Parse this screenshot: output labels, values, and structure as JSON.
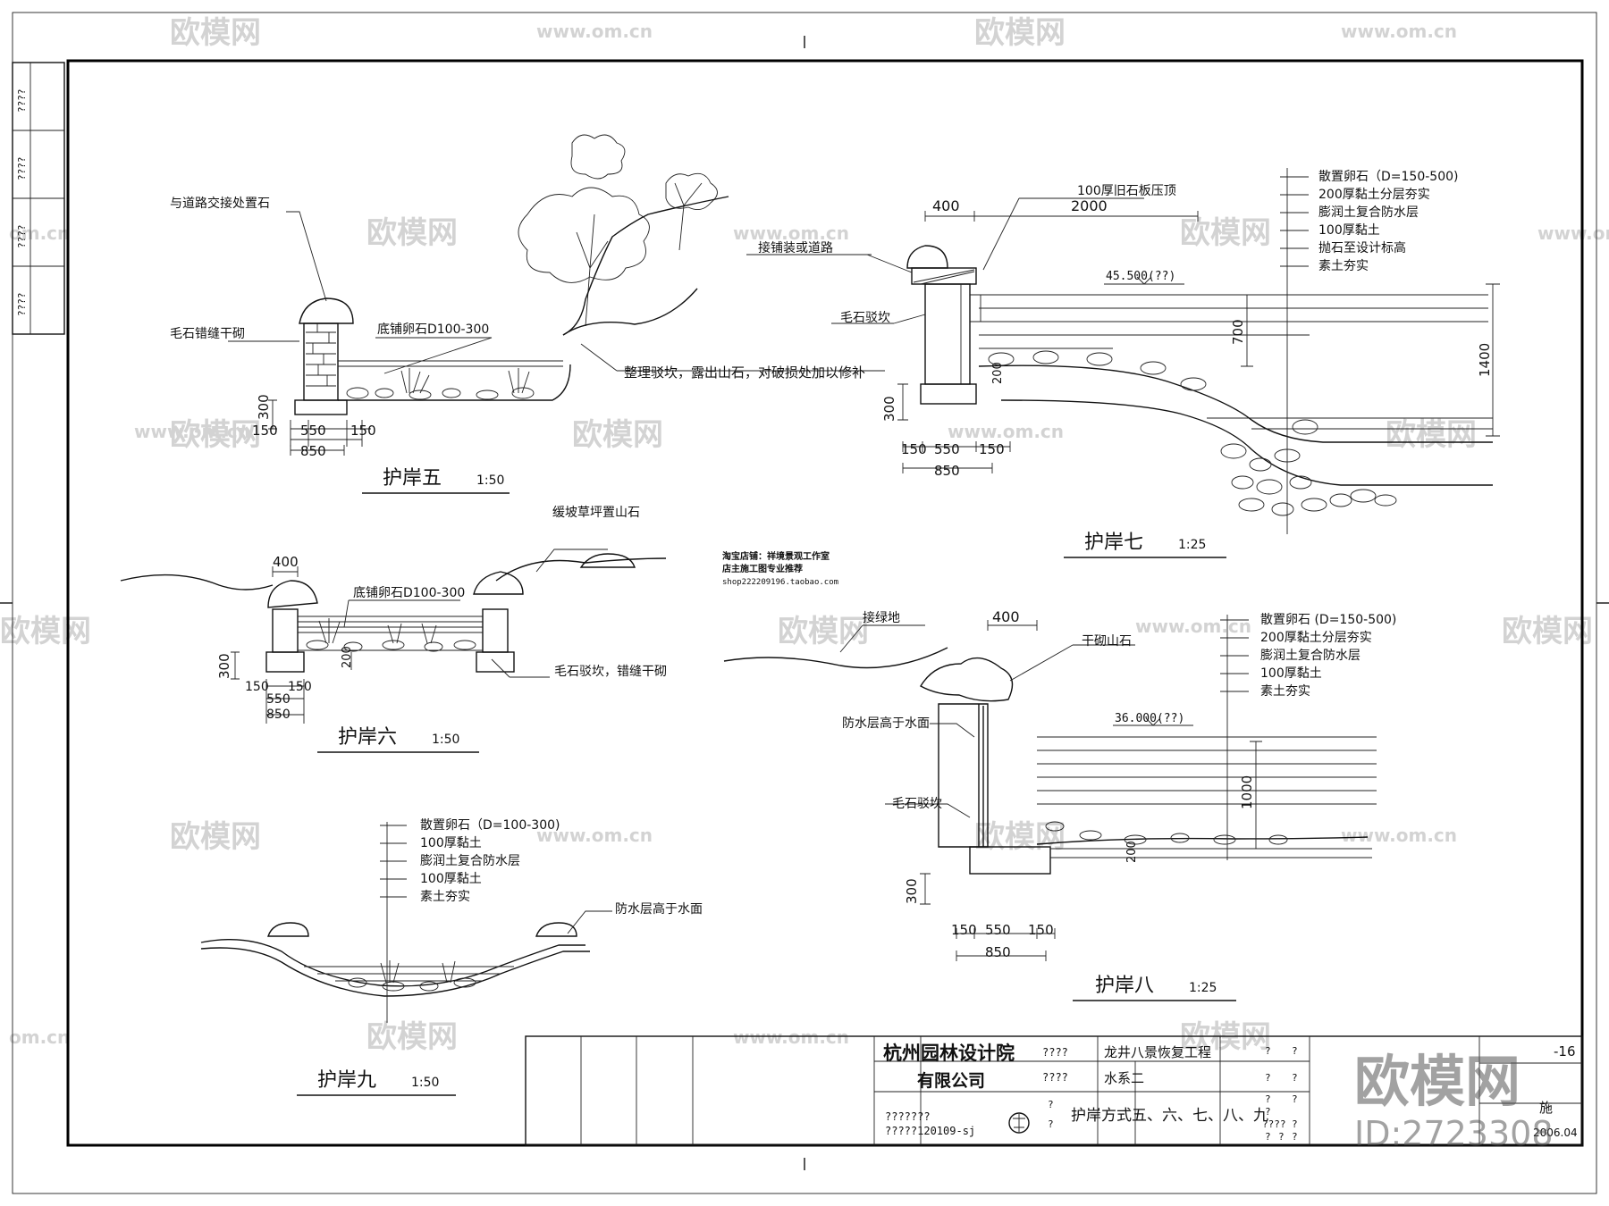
{
  "watermarks": {
    "logo": "欧模网",
    "url": "www.om.cn",
    "url_short": "om.cn",
    "url_long": "www.om.cn",
    "big_logo": "欧模网",
    "big_id": "ID:2723308"
  },
  "side_labels": [
    "????",
    "????",
    "????",
    "????"
  ],
  "shop_note": {
    "line1": "淘宝店铺：祥境景观工作室",
    "line2": "店主施工图专业推荐",
    "line3": "shop222209196.taobao.com"
  },
  "sections": {
    "s5": {
      "title": "护岸五",
      "scale": "1:50",
      "labels": {
        "a": "与道路交接处置石",
        "b": "毛石错缝干砌",
        "c": "底铺卵石D100-300",
        "d": "整理驳坎，露出山石，对破损处加以修补"
      },
      "dims": {
        "d300": "300",
        "d150": "150",
        "d550": "550",
        "d150b": "150",
        "d850": "850"
      }
    },
    "s6": {
      "title": "护岸六",
      "scale": "1:50",
      "labels": {
        "a": "缓坡草坪置山石",
        "b": "底铺卵石D100-300",
        "c": "毛石驳坎，错缝干砌"
      },
      "dims": {
        "d400": "400",
        "d300": "300",
        "d200": "200",
        "d150": "150",
        "d150b": "150",
        "d550": "550",
        "d850": "850"
      }
    },
    "s7": {
      "title": "护岸七",
      "scale": "1:25",
      "labels": {
        "a": "100厚旧石板压顶",
        "b": "接铺装或道路",
        "c": "毛石驳坎",
        "level": "45.500(??)"
      },
      "layers": [
        "散置卵石（D=150-500)",
        "200厚黏土分层夯实",
        "膨润土复合防水层",
        "100厚黏土",
        "抛石至设计标高",
        "素土夯实"
      ],
      "dims": {
        "d400": "400",
        "d2000": "2000",
        "d700": "700",
        "d1400": "1400",
        "d200": "200",
        "d300": "300",
        "d150": "150",
        "d550": "550",
        "d150b": "150",
        "d850": "850"
      }
    },
    "s8": {
      "title": "护岸八",
      "scale": "1:25",
      "labels": {
        "a": "接绿地",
        "b": "干砌山石",
        "c": "防水层高于水面",
        "d": "毛石驳坎",
        "level": "36.000(??)"
      },
      "layers": [
        "散置卵石 (D=150-500)",
        "200厚黏土分层夯实",
        "膨润土复合防水层",
        "100厚黏土",
        "素土夯实"
      ],
      "dims": {
        "d400": "400",
        "d1000": "1000",
        "d200": "200",
        "d300": "300",
        "d150": "150",
        "d550": "550",
        "d150b": "150",
        "d850": "850"
      }
    },
    "s9": {
      "title": "护岸九",
      "scale": "1:50",
      "labels": {
        "a": "防水层高于水面"
      },
      "layers": [
        "散置卵石（D=100-300)",
        "100厚黏土",
        "膨润土复合防水层",
        "100厚黏土",
        "素土夯实"
      ]
    }
  },
  "title_block": {
    "company_line1": "杭州园林设计院",
    "company_line2": "有限公司",
    "code1": "???????",
    "code2": "?????120109-sj",
    "row1_label": "????",
    "row1_value": "龙井八景恢复工程",
    "row2_label": "????",
    "row2_value": "水系二",
    "row3_label": "?",
    "row3_label2": "?",
    "drawing_name": "护岸方式五、六、七、八、九",
    "q1": "?",
    "q2": "?",
    "q3": "?",
    "q4": "?",
    "q5": "?",
    "q6": "?",
    "q7": "?",
    "q8": "????",
    "q9": "?",
    "q10": "?",
    "q11": "?",
    "q12": "?",
    "sheet_no": "-16",
    "stage": "施",
    "date": "2006.04"
  }
}
